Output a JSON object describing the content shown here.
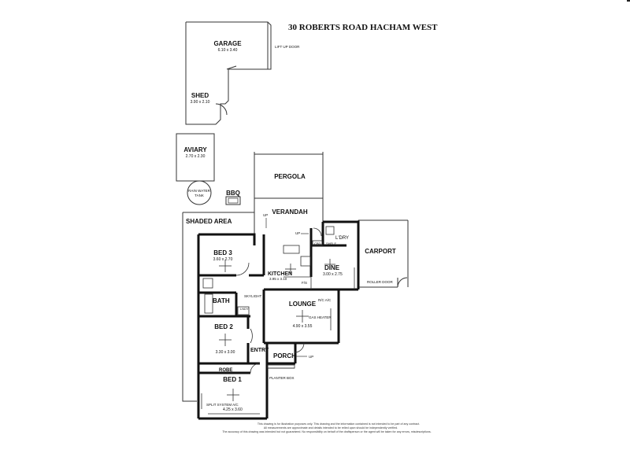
{
  "title": "30 ROBERTS ROAD HACHAM WEST",
  "rooms": {
    "garage": {
      "name": "GARAGE",
      "dims": "6.10 x 3.40"
    },
    "lift_up_door": "LIFT UP DOOR",
    "shed": {
      "name": "SHED",
      "dims": "3.90 x 2.10"
    },
    "aviary": {
      "name": "AVIARY",
      "dims": "2.70 x 2.30"
    },
    "rain_water_tank": {
      "line1": "RAIN WATER",
      "line2": "TANK"
    },
    "bbq": "BBQ",
    "pergola": "PERGOLA",
    "verandah": "VERANDAH",
    "shaded_area": "SHADED AREA",
    "carport": "CARPORT",
    "roller_door": "ROLLER DOOR",
    "bed3": {
      "name": "BED 3",
      "dims": "3.60 x 2.70"
    },
    "kitchen": {
      "name": "KITCHEN",
      "dims": "3.95 x 3.10"
    },
    "laundry": "L'DRY",
    "cbd": "CBD",
    "shelf": "SHELF",
    "dine": {
      "name": "DINE",
      "dims": "3.00 x 2.75"
    },
    "fs": "F/S",
    "bath": "BATH",
    "skylight": "SKYLIGHT",
    "lndry": "LNDY",
    "lounge": {
      "name": "LOUNGE",
      "dims": "4.90 x 3.55"
    },
    "rc_ac": "R/C A/C",
    "gas_heater": "GAS HEATER",
    "bed2": {
      "name": "BED 2",
      "dims": "3.30 x 3.00"
    },
    "entry": "ENTRY",
    "porch": "PORCH",
    "robe": "ROBE",
    "planter_box": "PLANTER BOX",
    "bed1": {
      "name": "BED 1",
      "dims": "4.25 x 3.60"
    },
    "split_system": "SPLIT SYSTEM A/C",
    "up": "UP"
  },
  "disclaimer": [
    "This drawing is for illustration purposes only. This drawing and the information contained is not intended to be part of any contract.",
    "All measurements are approximate and details intended to be relied upon should be independently verified.",
    "The accuracy of this drawing was intended but not guaranteed. No responsibility on behalf of the draftsperson or the agent will be taken for any errors, misdescriptions."
  ]
}
